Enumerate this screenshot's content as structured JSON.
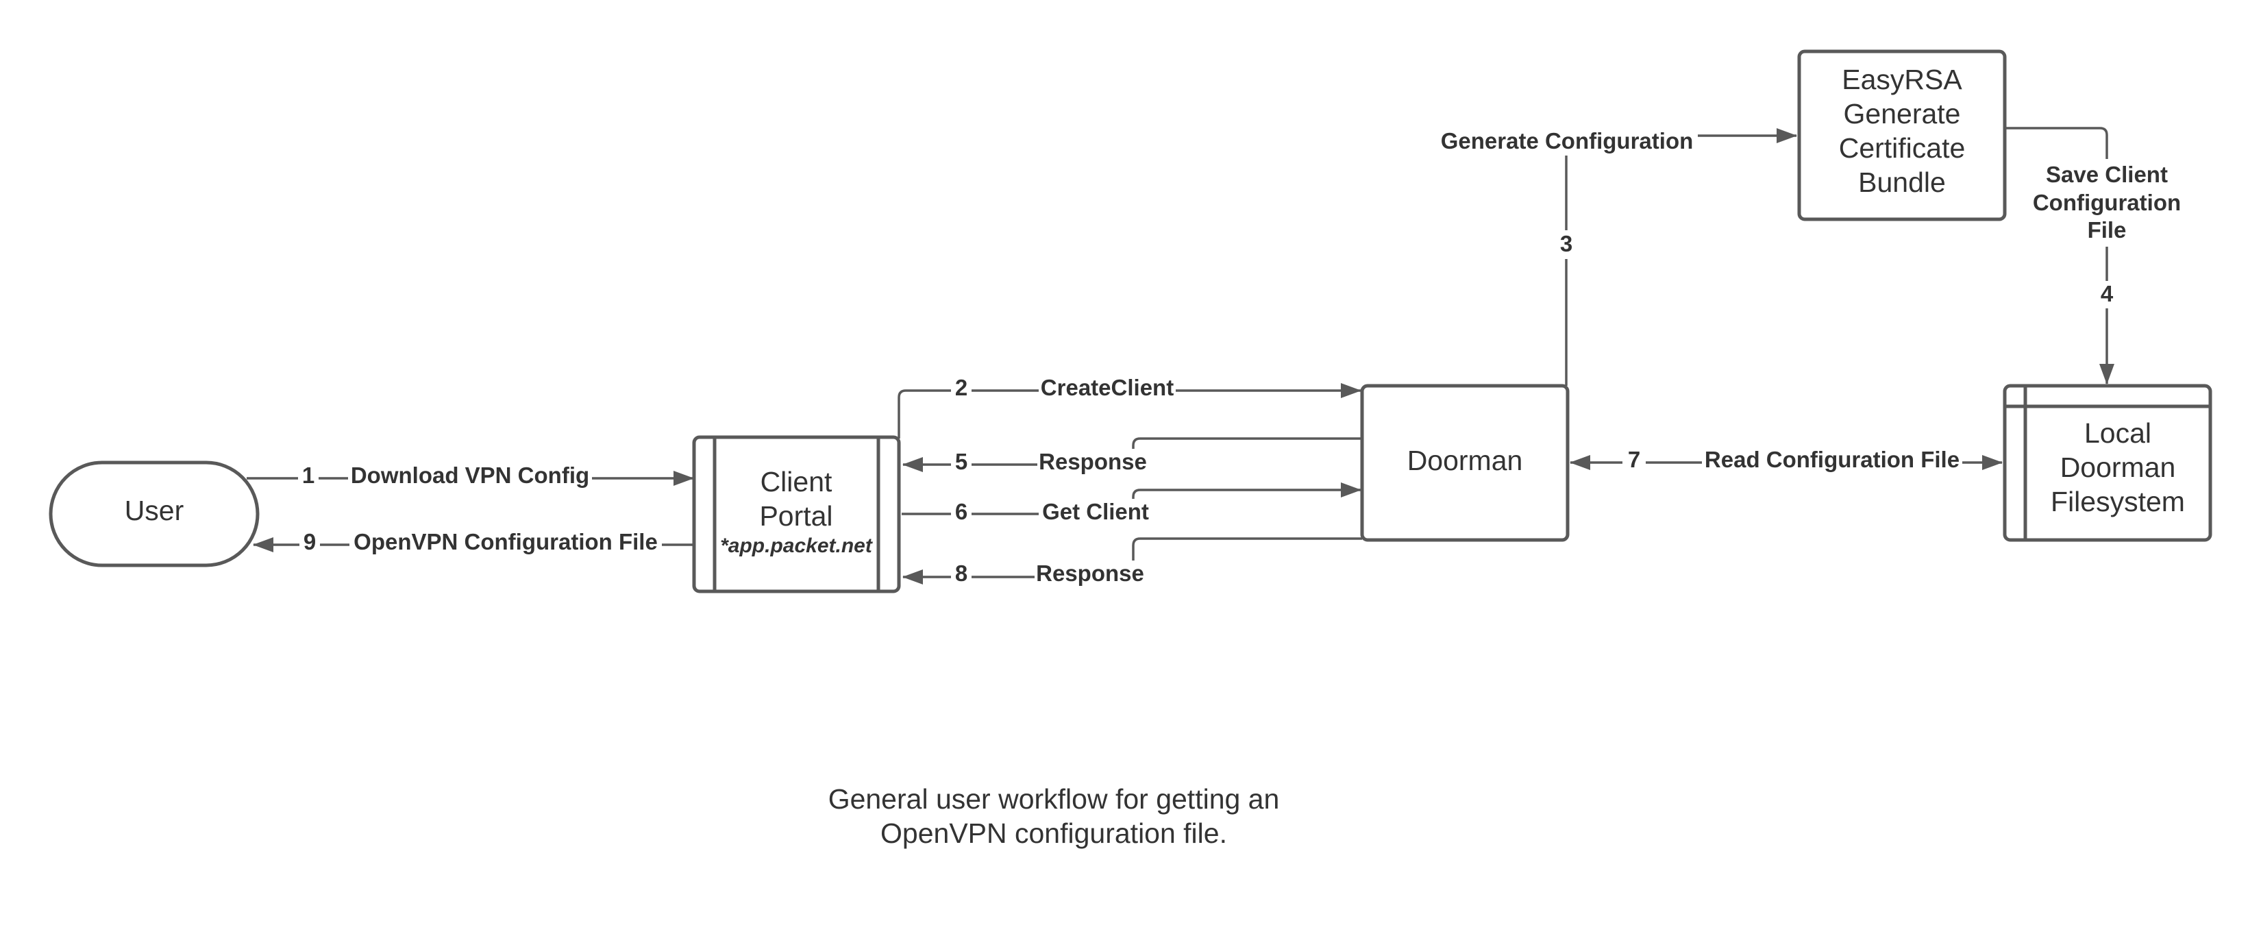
{
  "nodes": {
    "user": {
      "label": "User"
    },
    "client_portal": {
      "line1": "Client",
      "line2": "Portal",
      "subtitle": "*app.packet.net"
    },
    "doorman": {
      "label": "Doorman"
    },
    "easyrsa": {
      "line1": "EasyRSA",
      "line2": "Generate",
      "line3": "Certificate",
      "line4": "Bundle"
    },
    "local_fs": {
      "line1": "Local",
      "line2": "Doorman",
      "line3": "Filesystem"
    }
  },
  "edges": {
    "e1": {
      "step": "1",
      "label": "Download VPN Config"
    },
    "e2": {
      "step": "2",
      "label": "CreateClient"
    },
    "e3": {
      "step": "3",
      "label": "Generate Configuration"
    },
    "e4": {
      "step": "4",
      "label_line1": "Save Client",
      "label_line2": "Configuration",
      "label_line3": "File"
    },
    "e5": {
      "step": "5",
      "label": "Response"
    },
    "e6": {
      "step": "6",
      "label": "Get Client"
    },
    "e7": {
      "step": "7",
      "label": "Read Configuration File"
    },
    "e8": {
      "step": "8",
      "label": "Response"
    },
    "e9": {
      "step": "9",
      "label": "OpenVPN Configuration File"
    }
  },
  "caption": {
    "line1": "General user workflow for getting an",
    "line2": "OpenVPN configuration file."
  }
}
